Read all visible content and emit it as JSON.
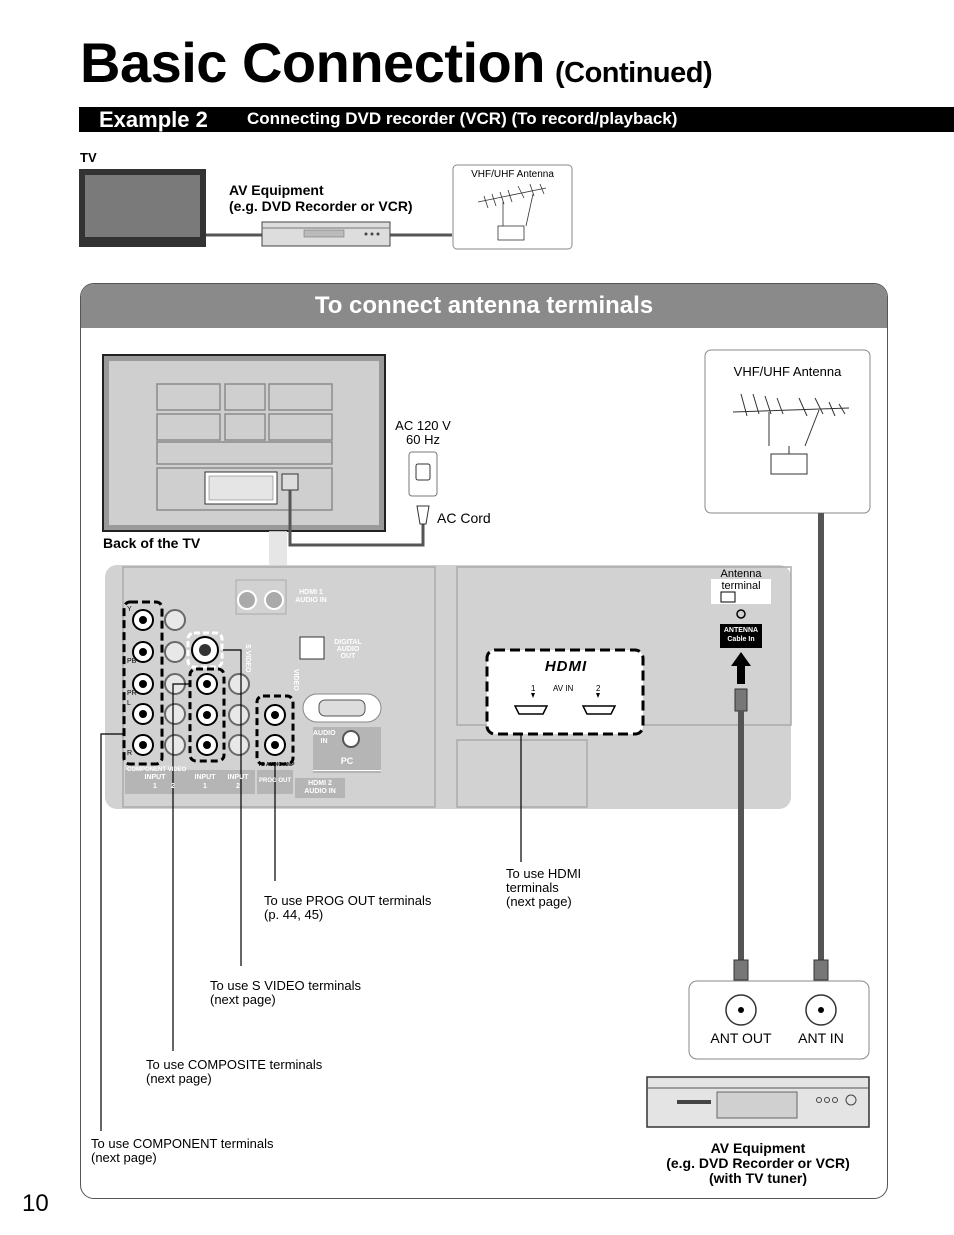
{
  "header": {
    "title": "Basic Connection",
    "subtitle": "(Continued)"
  },
  "example": {
    "label": "Example 2",
    "description": "Connecting DVD recorder (VCR) (To record/playback)"
  },
  "overview": {
    "tv_label": "TV",
    "av_equipment_line1": "AV Equipment",
    "av_equipment_line2": "(e.g. DVD Recorder or VCR)",
    "antenna_label": "VHF/UHF Antenna"
  },
  "panel": {
    "title": "To connect antenna terminals",
    "back_of_tv": "Back of the TV",
    "ac_line1": "AC 120 V",
    "ac_line2": "60 Hz",
    "ac_cord": "AC Cord",
    "antenna_label": "VHF/UHF Antenna",
    "antenna_terminal_line1": "Antenna",
    "antenna_terminal_line2": "terminal",
    "antenna_cable_line1": "ANTENNA",
    "antenna_cable_line2": "Cable In",
    "hdmi_logo": "HDMI",
    "hdmi_port1": "1",
    "hdmi_av_in": "AV IN",
    "hdmi_port2": "2",
    "ant_out": "ANT OUT",
    "ant_in": "ANT IN",
    "av_equipment_line1": "AV Equipment",
    "av_equipment_line2": "(e.g. DVD Recorder or VCR)",
    "av_equipment_line3": "(with TV tuner)"
  },
  "rear_panel": {
    "hdmi1_audio_in_1": "HDMI 1",
    "hdmi1_audio_in_2": "AUDIO IN",
    "s_video": "S VIDEO",
    "video": "VIDEO",
    "digital_audio_out_1": "DIGITAL",
    "digital_audio_out_2": "AUDIO",
    "digital_audio_out_3": "OUT",
    "audio_in_1": "AUDIO",
    "audio_in_2": "IN",
    "pc": "PC",
    "to_audio_amp": "TO AUDIO AMP",
    "hdmi2_audio_in_1": "HDMI 2",
    "hdmi2_audio_in_2": "AUDIO IN",
    "component_video": "COMPONENT VIDEO",
    "input1": "INPUT",
    "input1_num": "1",
    "input2": "2",
    "input_b1": "INPUT",
    "input_b1_num": "1",
    "input_b2": "INPUT",
    "input_b2_num": "2",
    "prog_out": "PROG OUT",
    "jack_y": "Y",
    "jack_pb": "PB",
    "jack_pr": "PR",
    "jack_l": "L",
    "jack_r": "R"
  },
  "callouts": {
    "prog_out_1": "To use PROG OUT terminals",
    "prog_out_2": "(p. 44, 45)",
    "hdmi_1": "To use HDMI",
    "hdmi_2": "terminals",
    "hdmi_3": "(next page)",
    "s_video_1": "To use S VIDEO terminals",
    "s_video_2": "(next page)",
    "composite_1": "To use COMPOSITE terminals",
    "composite_2": "(next page)",
    "component_1": "To use COMPONENT terminals",
    "component_2": "(next page)"
  },
  "footer": {
    "page_number": "10"
  },
  "colors": {
    "bar": "#000000",
    "panel_header": "#8a8a8a",
    "rear_panel": "#d4d4d4",
    "cable": "#555555"
  }
}
